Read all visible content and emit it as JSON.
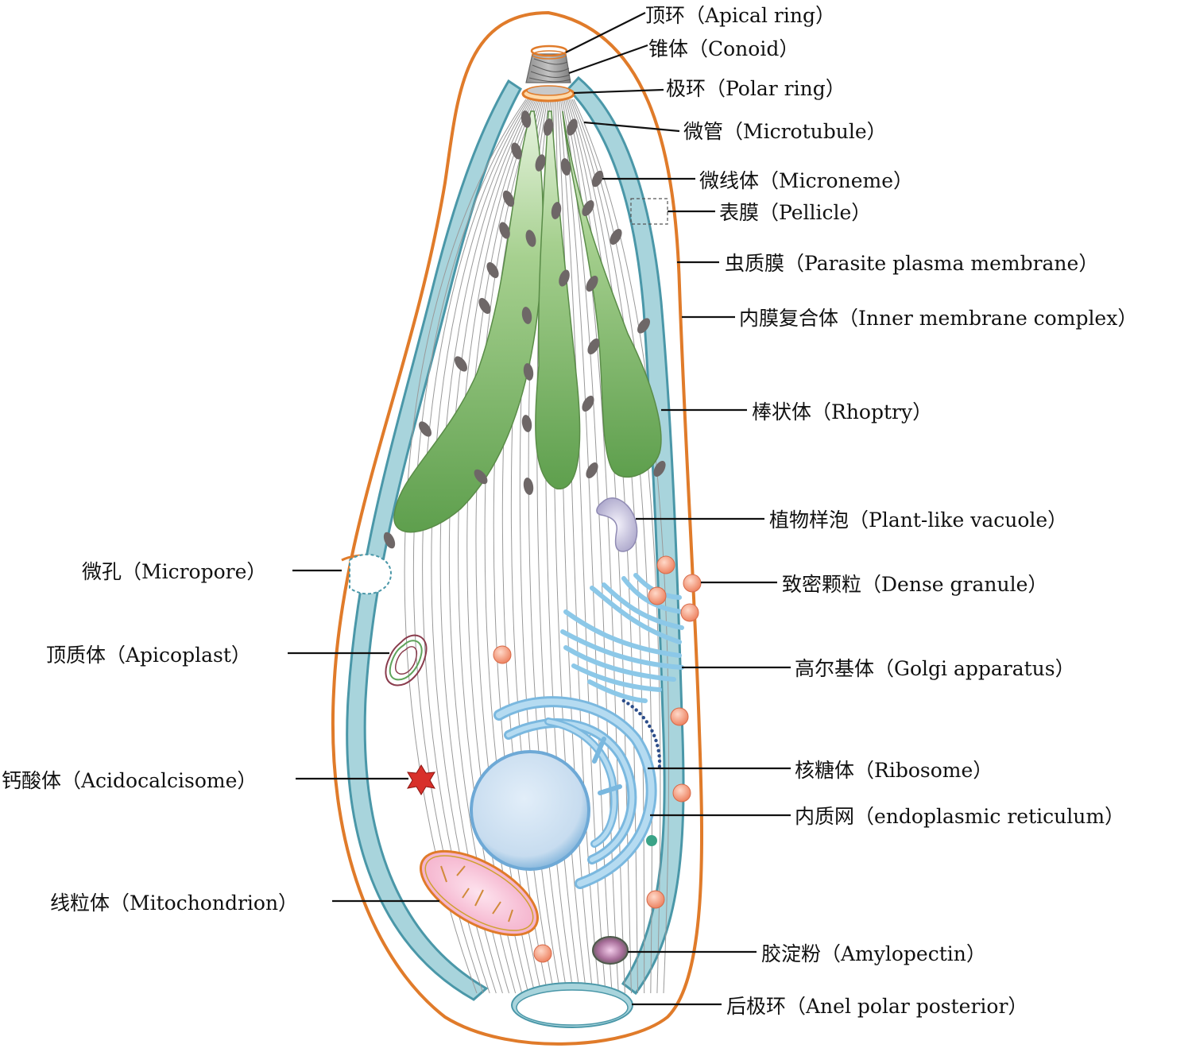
{
  "labels": {
    "apical_ring": "顶环（Apical ring）",
    "conoid": "锥体（Conoid）",
    "polar_ring": "极环（Polar ring）",
    "microtubule": "微管（Microtubule）",
    "microneme": "微线体（Microneme）",
    "pellicle": "表膜（Pellicle）",
    "plasma_membrane": "虫质膜（Parasite plasma membrane）",
    "inner_membrane": "内膜复合体（Inner membrane complex）",
    "rhoptry": "棒状体（Rhoptry）",
    "plant_vacuole": "植物样泡（Plant-like vacuole）",
    "dense_granule": "致密颗粒（Dense granule）",
    "golgi": "高尔基体（Golgi apparatus）",
    "ribosome": "核糖体（Ribosome）",
    "er": "内质网（endoplasmic reticulum）",
    "amylopectin": "胶淀粉（Amylopectin）",
    "posterior_ring": "后极环（Anel polar posterior）",
    "micropore": "微孔（Micropore）",
    "apicoplast": "顶质体（Apicoplast）",
    "acidocalcisome": "钙酸体（Acidocalcisome）",
    "mitochondrion": "线粒体（Mitochondrion）"
  },
  "colors": {
    "outer_membrane": "#e07b2a",
    "inner_membrane_fill": "#a8d4dc",
    "inner_membrane_stroke": "#4a97a8",
    "rhoptry": "#6aa85a",
    "microneme": "#6e6767",
    "dense_granule": "#f08a66",
    "golgi": "#8cc8e8",
    "nucleus": "#cfe3f3",
    "mitochondrion": "#f6b9d0",
    "acidocalcisome": "#d8302a"
  }
}
